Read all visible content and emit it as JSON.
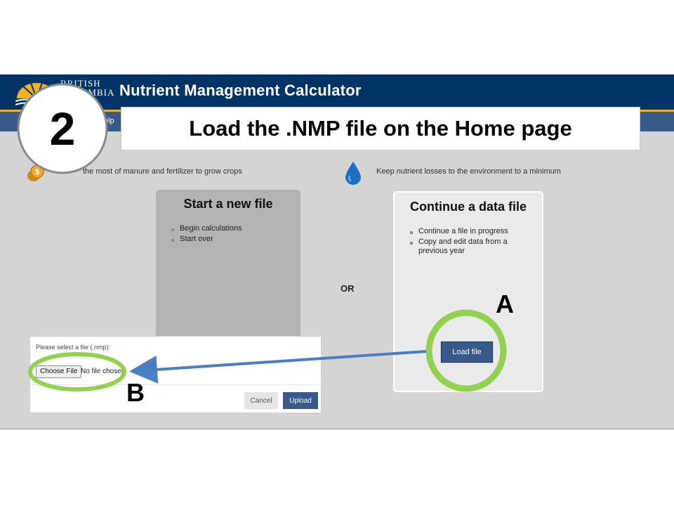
{
  "header": {
    "logo_text_line1": "BRITISH",
    "logo_text_line2": "COLUMBIA",
    "app_title": "Nutrient Management Calculator",
    "nav_help_fragment": "elp"
  },
  "home": {
    "tagline_left": "the most of manure and fertilizer to grow crops",
    "tagline_right": "Keep nutrient losses to the environment to a minimum",
    "new_file_card": {
      "title": "Start a new file",
      "items": [
        "Begin calculations",
        "Start over"
      ]
    },
    "or_label": "OR",
    "continue_card": {
      "title": "Continue a data file",
      "items": [
        "Continue a file in progress",
        "Copy and edit data from a previous year"
      ],
      "load_button_label": "Load file"
    }
  },
  "dialog": {
    "prompt": "Please select a file (.nmp):",
    "choose_file_label": "Choose File",
    "no_file_text": "No file chosen",
    "cancel_label": "Cancel",
    "upload_label": "Upload"
  },
  "annotations": {
    "step_number": "2",
    "instruction": "Load the .NMP file on the Home page",
    "marker_a": "A",
    "marker_b": "B"
  },
  "colors": {
    "header_blue": "#003366",
    "nav_blue": "#38598a",
    "accent_gold": "#f3b21d",
    "highlight_green": "#92d050",
    "arrow_blue": "#4a7ec0"
  }
}
